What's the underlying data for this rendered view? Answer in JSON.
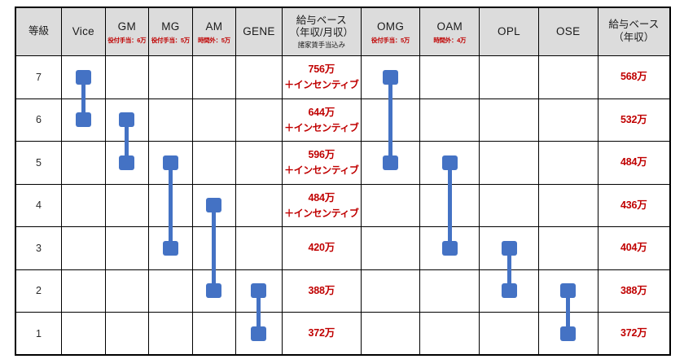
{
  "table": {
    "columns": [
      {
        "id": "grade",
        "label": "等級",
        "sub": "",
        "note": "",
        "jp": true,
        "width": 56
      },
      {
        "id": "vice",
        "label": "Vice",
        "sub": "",
        "note": "",
        "jp": false,
        "width": 53
      },
      {
        "id": "gm",
        "label": "GM",
        "sub": "",
        "note": "役付手当：6万",
        "jp": false,
        "width": 53
      },
      {
        "id": "mg",
        "label": "MG",
        "sub": "",
        "note": "役付手当：5万",
        "jp": false,
        "width": 53
      },
      {
        "id": "am",
        "label": "AM",
        "sub": "",
        "note": "時間外：5万",
        "jp": false,
        "width": 53
      },
      {
        "id": "gene",
        "label": "GENE",
        "sub": "",
        "note": "",
        "jp": false,
        "width": 56
      },
      {
        "id": "base1",
        "label": "給与ベース",
        "sub": "（年収/月収）",
        "note": "",
        "subnote": "諸家賃手当込み",
        "jp": true,
        "width": 96
      },
      {
        "id": "omg",
        "label": "OMG",
        "sub": "",
        "note": "役付手当：5万",
        "jp": false,
        "width": 72
      },
      {
        "id": "oam",
        "label": "OAM",
        "sub": "",
        "note": "時間外：4万",
        "jp": false,
        "width": 72
      },
      {
        "id": "opl",
        "label": "OPL",
        "sub": "",
        "note": "",
        "jp": false,
        "width": 72
      },
      {
        "id": "ose",
        "label": "OSE",
        "sub": "",
        "note": "",
        "jp": false,
        "width": 72
      },
      {
        "id": "base2",
        "label": "給与ベース",
        "sub": "（年収）",
        "note": "",
        "jp": true,
        "width": 88
      }
    ],
    "rows": [
      {
        "grade": "7",
        "base1": "756万",
        "base1_extra": "＋インセンティブ",
        "base2": "568万"
      },
      {
        "grade": "6",
        "base1": "644万",
        "base1_extra": "＋インセンティブ",
        "base2": "532万"
      },
      {
        "grade": "5",
        "base1": "596万",
        "base1_extra": "＋インセンティブ",
        "base2": "484万"
      },
      {
        "grade": "4",
        "base1": "484万",
        "base1_extra": "＋インセンティブ",
        "base2": "436万"
      },
      {
        "grade": "3",
        "base1": "420万",
        "base1_extra": "",
        "base2": "404万"
      },
      {
        "grade": "2",
        "base1": "388万",
        "base1_extra": "",
        "base2": "388万"
      },
      {
        "grade": "1",
        "base1": "372万",
        "base1_extra": "",
        "base2": "372万"
      }
    ]
  },
  "ranges": [
    {
      "column": "vice",
      "label": "Vice",
      "top_grade": 7,
      "bottom_grade": 6
    },
    {
      "column": "gm",
      "label": "GM",
      "top_grade": 6,
      "bottom_grade": 5
    },
    {
      "column": "mg",
      "label": "MG",
      "top_grade": 5,
      "bottom_grade": 3
    },
    {
      "column": "am",
      "label": "AM",
      "top_grade": 4,
      "bottom_grade": 2
    },
    {
      "column": "gene",
      "label": "GENE",
      "top_grade": 2,
      "bottom_grade": 1
    },
    {
      "column": "omg",
      "label": "OMG",
      "top_grade": 7,
      "bottom_grade": 5
    },
    {
      "column": "oam",
      "label": "OAM",
      "top_grade": 5,
      "bottom_grade": 3
    },
    {
      "column": "opl",
      "label": "OPL",
      "top_grade": 3,
      "bottom_grade": 2
    },
    {
      "column": "ose",
      "label": "OSE",
      "top_grade": 2,
      "bottom_grade": 1
    }
  ],
  "colors": {
    "bar": "#4472C4",
    "salary_text": "#C00000",
    "note_text": "#C00000",
    "header_bg": "#DCDCDC",
    "border": "#000000"
  }
}
